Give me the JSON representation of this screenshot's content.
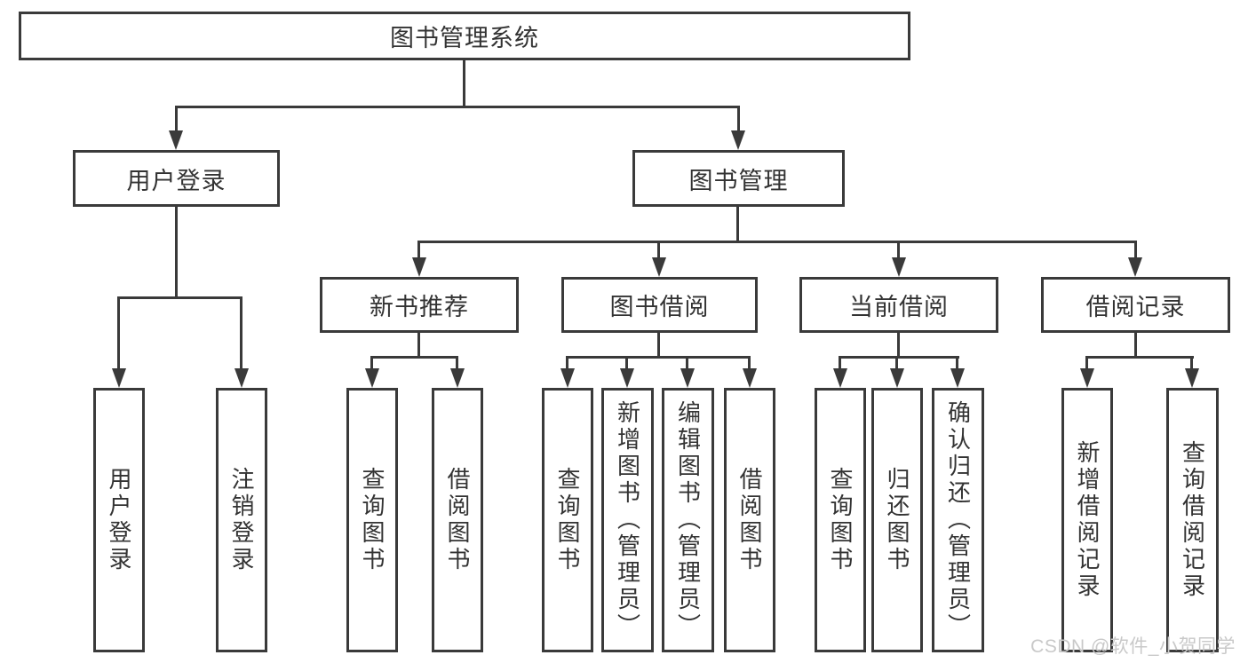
{
  "colors": {
    "line": "#3a3a3a",
    "text": "#333333",
    "watermark": "#c9c9c9",
    "boxfill": "#ffffff"
  },
  "nodes": {
    "root": {
      "label": "图书管理系统"
    },
    "level2": [
      {
        "label": "用户登录"
      },
      {
        "label": "图书管理"
      }
    ],
    "level3": [
      {
        "label": "新书推荐"
      },
      {
        "label": "图书借阅"
      },
      {
        "label": "当前借阅"
      },
      {
        "label": "借阅记录"
      }
    ],
    "leaves_user_login": [
      {
        "label": "用户登录"
      },
      {
        "label": "注销登录"
      }
    ],
    "leaves_new_book": [
      {
        "label": "查询图书"
      },
      {
        "label": "借阅图书"
      }
    ],
    "leaves_book_borrow": [
      {
        "label": "查询图书"
      },
      {
        "label": "新增图书（管理员）"
      },
      {
        "label": "编辑图书（管理员）"
      },
      {
        "label": "借阅图书"
      }
    ],
    "leaves_current_borrow": [
      {
        "label": "查询图书"
      },
      {
        "label": "归还图书"
      },
      {
        "label": "确认归还（管理员）"
      }
    ],
    "leaves_borrow_records": [
      {
        "label": "新增借阅记录"
      },
      {
        "label": "查询借阅记录"
      }
    ]
  },
  "watermark": {
    "text": "CSDN @软件_小贺同学"
  }
}
